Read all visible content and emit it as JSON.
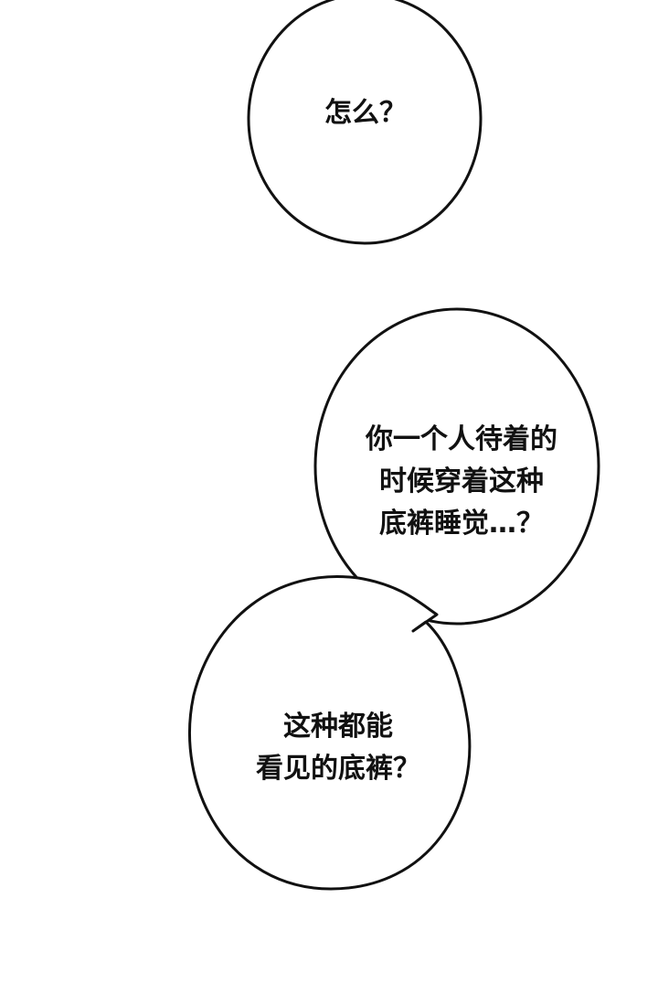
{
  "bubbles": {
    "b1": {
      "lines": [
        "怎么？"
      ]
    },
    "b2": {
      "lines": [
        "你一个人待着的",
        "时候穿着这种",
        "底裤睡觉…？"
      ]
    },
    "b3": {
      "lines": [
        "这种都能",
        "看见的底裤？"
      ]
    }
  },
  "colors": {
    "background": "#ffffff",
    "outline": "#111111",
    "text": "#111111"
  }
}
